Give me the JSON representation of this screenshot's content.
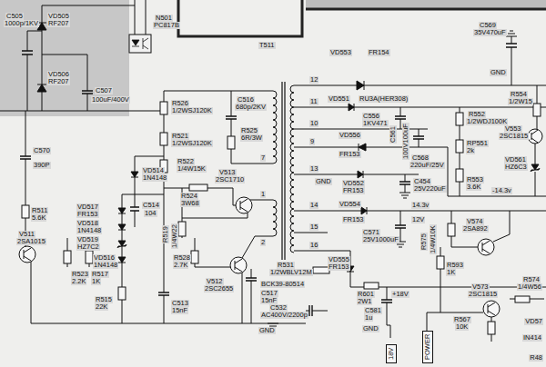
{
  "diagram": {
    "nodes": [
      {
        "text": [
          "18V"
        ]
      },
      {
        "text": [
          "POWER"
        ]
      }
    ],
    "labels": [
      "C505",
      "1000p/1KV",
      "VD505",
      "RF207",
      "VD506",
      "RF207",
      "C507",
      "100uF/400V",
      "N501",
      "PC817B",
      "T511",
      "VD553",
      "FR154",
      "12",
      "C569",
      "35V470uF",
      "GND",
      "R554",
      "1/2W15",
      "R526",
      "1/2WSJ120K",
      "C516",
      "680p/2KV",
      "R525",
      "6R/3W",
      "11",
      "VD551",
      "RU3A(HER308)",
      "C556",
      "1KV471",
      "C561",
      "100V100uF",
      "R552",
      "1/2WDJ100K",
      "V553",
      "2SC1815",
      "7",
      "10",
      "9",
      "VD556",
      "FR153",
      "RP551",
      "2k",
      "VD561",
      "HZ6C3",
      "R521",
      "1/2WSJ120K",
      "C568",
      "220uF/25V",
      "R553",
      "3.6K",
      "-14.3v",
      "C570",
      "390P",
      "VD514",
      "1N4148",
      "R522",
      "1/4W15K",
      "13",
      "C454",
      "25V220uF",
      "VD552",
      "FR153",
      "GND",
      "14.3v",
      "12V",
      "VD554",
      "FR153",
      "14",
      "C514",
      "104",
      "V513",
      "2SC1710",
      "R524",
      "3W68",
      "1",
      "VD517",
      "FR153",
      "VD518",
      "1N4148",
      "VD519",
      "HZ7C2",
      "VD516",
      "1N4148",
      "R519",
      "1/4W22",
      "V511",
      "2SA1015",
      "R511",
      "5.6K",
      "R523",
      "2.2K",
      "R517",
      "1K",
      "15",
      "16",
      "VD555",
      "FR153",
      "2",
      "BCK39-80514",
      "C571",
      "25V1000uF",
      "V574",
      "2SA892",
      "R575",
      "1/4W10K",
      "R528",
      "2.7K",
      "V512",
      "2SC2655",
      "R531",
      "1/2WBLV12M",
      "C517",
      "15nF",
      "C532",
      "AC400V/2200p",
      "R515",
      "22K",
      "C513",
      "15nF",
      "R601",
      "2W1",
      "+18V",
      "C581",
      "1u",
      "GND",
      "R593",
      "1K",
      "V573",
      "2SC1815",
      "R567",
      "10K",
      "GND",
      "R574",
      "1/4W56",
      "VD57",
      "IN414",
      "R48"
    ]
  }
}
